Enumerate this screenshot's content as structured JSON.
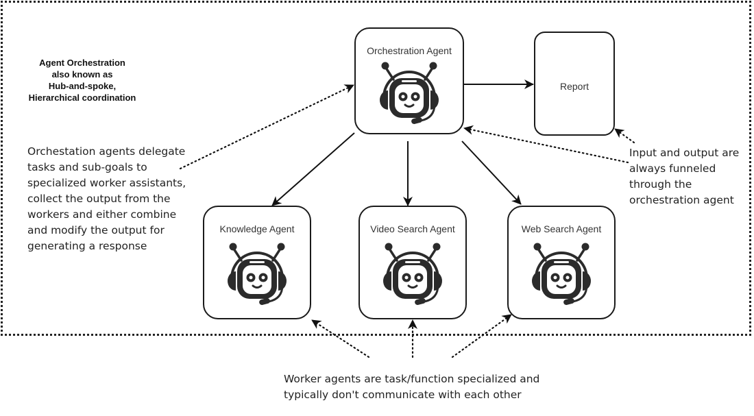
{
  "diagram": {
    "title_note": {
      "line1": "Agent Orchestration",
      "line2": "also known as",
      "line3": "Hub-and-spoke,",
      "line4": "Hierarchical coordination"
    },
    "nodes": {
      "orchestrator": {
        "label": "Orchestration Agent",
        "icon": "robot-headset-icon"
      },
      "report": {
        "label": "Report"
      },
      "knowledge": {
        "label": "Knowledge Agent",
        "icon": "robot-headset-icon"
      },
      "video": {
        "label": "Video Search Agent",
        "icon": "robot-headset-icon"
      },
      "web": {
        "label": "Web Search Agent",
        "icon": "robot-headset-icon"
      }
    },
    "notes": {
      "left": "Orchestation agents delegate tasks and sub-goals to specialized worker assistants, collect the output from the workers and either combine and modify the output for generating a response",
      "right": "Input and output are always funneled through the orchestration agent",
      "bottom": "Worker agents are task/function specialized and typically don't communicate with each other"
    },
    "edges": [
      {
        "from": "Orchestration Agent",
        "to": "Report",
        "style": "solid"
      },
      {
        "from": "Orchestration Agent",
        "to": "Knowledge Agent",
        "style": "solid"
      },
      {
        "from": "Orchestration Agent",
        "to": "Video Search Agent",
        "style": "solid"
      },
      {
        "from": "Orchestration Agent",
        "to": "Web Search Agent",
        "style": "solid"
      }
    ],
    "colors": {
      "stroke": "#1a1a1a",
      "icon": "#2b2b2b",
      "text": "#222222"
    }
  }
}
